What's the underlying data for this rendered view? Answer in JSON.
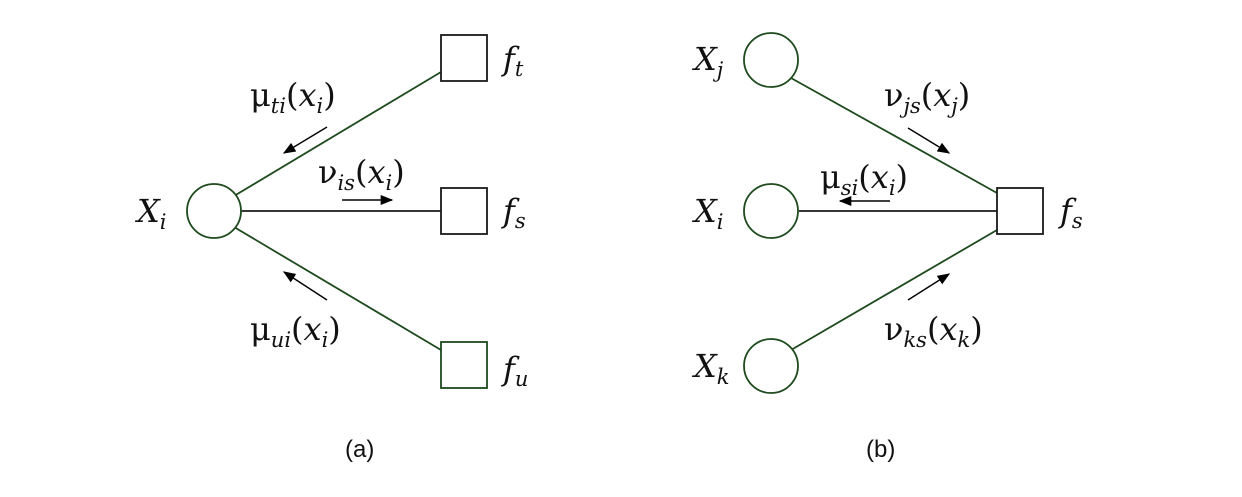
{
  "panel_a": {
    "caption": "(a)",
    "center_node": {
      "base": "X",
      "sub": "i"
    },
    "factors": [
      {
        "base": "f",
        "sub": "t"
      },
      {
        "base": "f",
        "sub": "s"
      },
      {
        "base": "f",
        "sub": "u"
      }
    ],
    "messages": [
      {
        "sym": "μ",
        "sub": "ti",
        "arg": "x",
        "argsub": "i",
        "direction": "to-variable"
      },
      {
        "sym": "ν",
        "sub": "is",
        "arg": "x",
        "argsub": "i",
        "direction": "to-factor"
      },
      {
        "sym": "μ",
        "sub": "ui",
        "arg": "x",
        "argsub": "i",
        "direction": "to-variable"
      }
    ]
  },
  "panel_b": {
    "caption": "(b)",
    "variables": [
      {
        "base": "X",
        "sub": "j"
      },
      {
        "base": "X",
        "sub": "i"
      },
      {
        "base": "X",
        "sub": "k"
      }
    ],
    "factor": {
      "base": "f",
      "sub": "s"
    },
    "messages": [
      {
        "sym": "ν",
        "sub": "js",
        "arg": "x",
        "argsub": "j",
        "direction": "to-factor"
      },
      {
        "sym": "μ",
        "sub": "si",
        "arg": "x",
        "argsub": "i",
        "direction": "to-variable"
      },
      {
        "sym": "ν",
        "sub": "ks",
        "arg": "x",
        "argsub": "k",
        "direction": "to-factor"
      }
    ]
  },
  "colors": {
    "edge_green": "#1e4a1e",
    "edge_dark": "#1a1a1a",
    "text": "#111111"
  }
}
